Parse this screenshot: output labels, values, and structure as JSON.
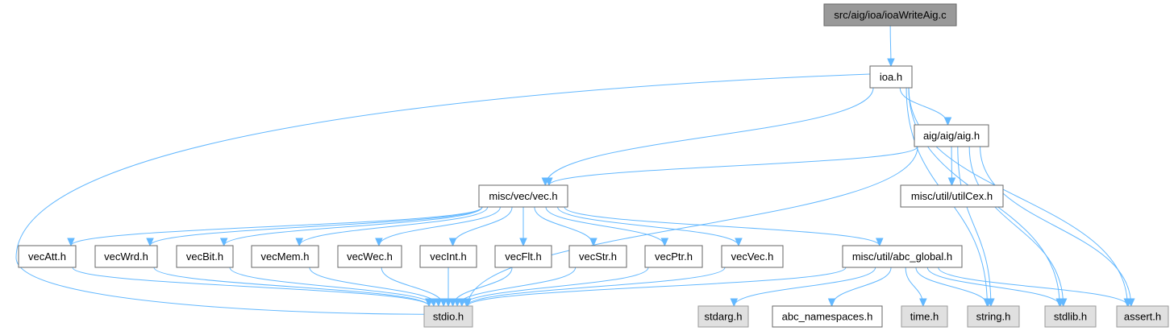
{
  "diagram": {
    "title": "Include dependency graph for ioaWriteAig.c",
    "colors": {
      "edge": "#63b8ff",
      "root_fill": "#999999",
      "root_border": "#666666",
      "internal_fill": "#ffffff",
      "internal_border": "#666666",
      "system_fill": "#e0e0e0",
      "system_border": "#999999"
    },
    "nodes": [
      {
        "id": "root",
        "label": "src/aig/ioa/ioaWriteAig.c",
        "kind": "root"
      },
      {
        "id": "ioa",
        "label": "ioa.h",
        "kind": "internal"
      },
      {
        "id": "aig",
        "label": "aig/aig/aig.h",
        "kind": "internal"
      },
      {
        "id": "vec",
        "label": "misc/vec/vec.h",
        "kind": "internal"
      },
      {
        "id": "utilCex",
        "label": "misc/util/utilCex.h",
        "kind": "internal"
      },
      {
        "id": "vecAtt",
        "label": "vecAtt.h",
        "kind": "internal"
      },
      {
        "id": "vecWrd",
        "label": "vecWrd.h",
        "kind": "internal"
      },
      {
        "id": "vecBit",
        "label": "vecBit.h",
        "kind": "internal"
      },
      {
        "id": "vecMem",
        "label": "vecMem.h",
        "kind": "internal"
      },
      {
        "id": "vecWec",
        "label": "vecWec.h",
        "kind": "internal"
      },
      {
        "id": "vecInt",
        "label": "vecInt.h",
        "kind": "internal"
      },
      {
        "id": "vecFlt",
        "label": "vecFlt.h",
        "kind": "internal"
      },
      {
        "id": "vecStr",
        "label": "vecStr.h",
        "kind": "internal"
      },
      {
        "id": "vecPtr",
        "label": "vecPtr.h",
        "kind": "internal"
      },
      {
        "id": "vecVec",
        "label": "vecVec.h",
        "kind": "internal"
      },
      {
        "id": "abc_global",
        "label": "misc/util/abc_global.h",
        "kind": "internal"
      },
      {
        "id": "stdio",
        "label": "stdio.h",
        "kind": "system"
      },
      {
        "id": "stdarg",
        "label": "stdarg.h",
        "kind": "system"
      },
      {
        "id": "abc_namespaces",
        "label": "abc_namespaces.h",
        "kind": "internal"
      },
      {
        "id": "time",
        "label": "time.h",
        "kind": "system"
      },
      {
        "id": "string",
        "label": "string.h",
        "kind": "system"
      },
      {
        "id": "stdlib",
        "label": "stdlib.h",
        "kind": "system"
      },
      {
        "id": "assert",
        "label": "assert.h",
        "kind": "system"
      }
    ],
    "edges": [
      [
        "root",
        "ioa"
      ],
      [
        "ioa",
        "stdio"
      ],
      [
        "ioa",
        "vec"
      ],
      [
        "ioa",
        "aig"
      ],
      [
        "ioa",
        "string"
      ],
      [
        "ioa",
        "stdlib"
      ],
      [
        "ioa",
        "assert"
      ],
      [
        "aig",
        "vec"
      ],
      [
        "aig",
        "stdio"
      ],
      [
        "aig",
        "utilCex"
      ],
      [
        "aig",
        "string"
      ],
      [
        "aig",
        "stdlib"
      ],
      [
        "aig",
        "assert"
      ],
      [
        "vec",
        "vecAtt"
      ],
      [
        "vec",
        "vecWrd"
      ],
      [
        "vec",
        "vecBit"
      ],
      [
        "vec",
        "vecMem"
      ],
      [
        "vec",
        "vecWec"
      ],
      [
        "vec",
        "vecInt"
      ],
      [
        "vec",
        "vecFlt"
      ],
      [
        "vec",
        "vecStr"
      ],
      [
        "vec",
        "vecPtr"
      ],
      [
        "vec",
        "vecVec"
      ],
      [
        "vec",
        "abc_global"
      ],
      [
        "vecAtt",
        "stdio"
      ],
      [
        "vecWrd",
        "stdio"
      ],
      [
        "vecBit",
        "stdio"
      ],
      [
        "vecMem",
        "stdio"
      ],
      [
        "vecWec",
        "stdio"
      ],
      [
        "vecInt",
        "stdio"
      ],
      [
        "vecFlt",
        "stdio"
      ],
      [
        "vecStr",
        "stdio"
      ],
      [
        "vecPtr",
        "stdio"
      ],
      [
        "vecVec",
        "stdio"
      ],
      [
        "abc_global",
        "stdio"
      ],
      [
        "abc_global",
        "stdarg"
      ],
      [
        "abc_global",
        "abc_namespaces"
      ],
      [
        "abc_global",
        "time"
      ],
      [
        "abc_global",
        "string"
      ],
      [
        "abc_global",
        "stdlib"
      ],
      [
        "abc_global",
        "assert"
      ]
    ]
  }
}
